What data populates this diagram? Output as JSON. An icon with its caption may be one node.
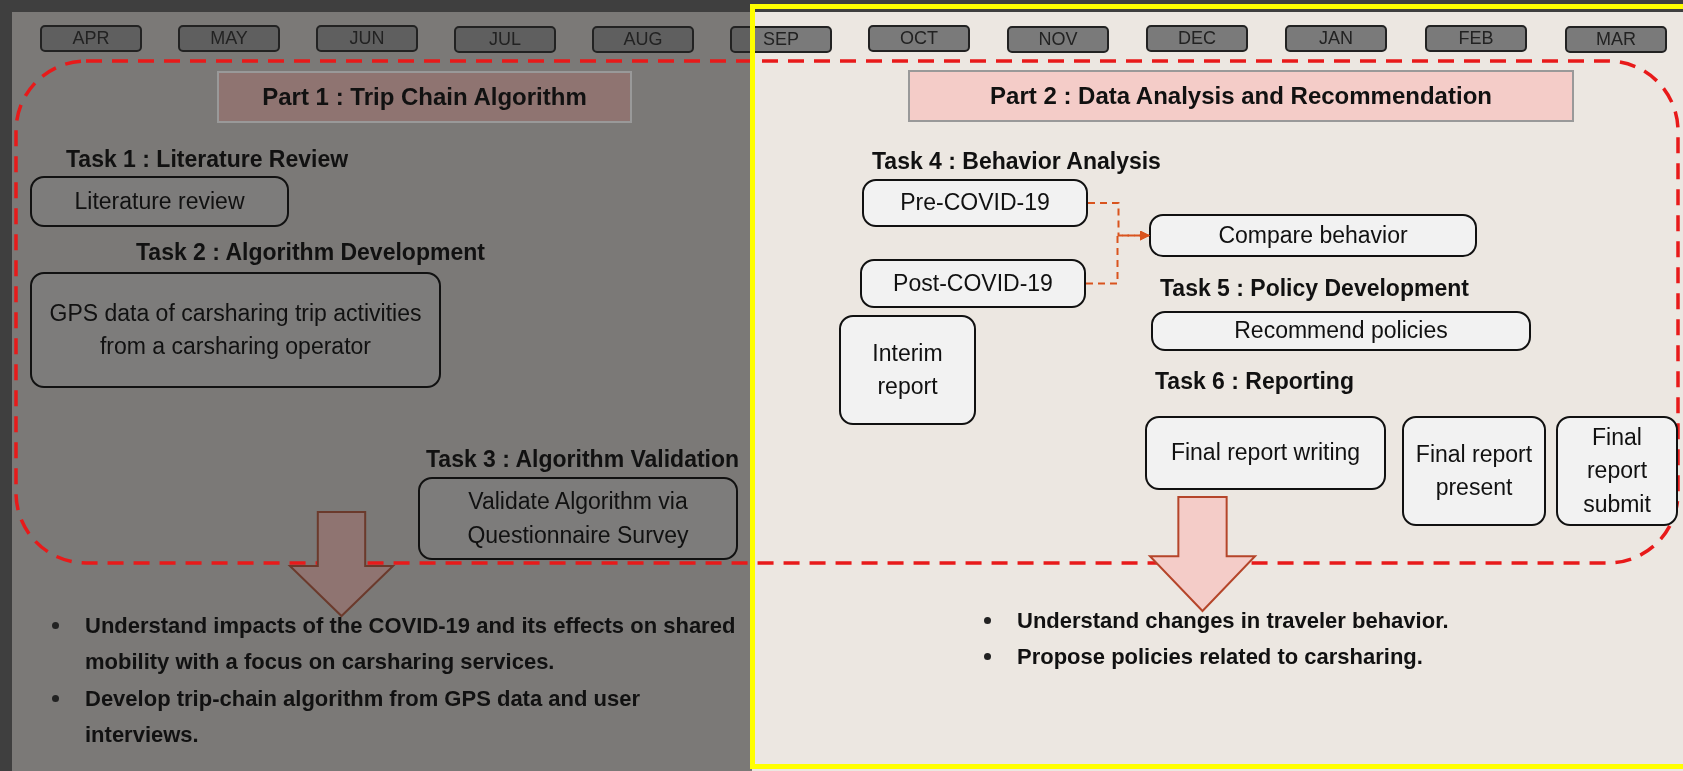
{
  "diagram": {
    "nodes": [
      {
        "text": [
          "APR"
        ]
      },
      {
        "text": [
          "MAY"
        ]
      },
      {
        "text": [
          "JUN"
        ]
      },
      {
        "text": [
          "JUL"
        ]
      },
      {
        "text": [
          "AUG"
        ]
      },
      {
        "text": [
          "SEP"
        ]
      },
      {
        "text": [
          "OCT"
        ]
      },
      {
        "text": [
          "NOV"
        ]
      },
      {
        "text": [
          "DEC"
        ]
      },
      {
        "text": [
          "JAN"
        ]
      },
      {
        "text": [
          "FEB"
        ]
      },
      {
        "text": [
          "MAR"
        ]
      },
      {
        "text": [],
        "shape": "box"
      },
      {
        "text": [
          "Part 1 : Trip Chain Algorithm"
        ],
        "in": 12
      },
      {
        "text": [
          "Task 1 : Literature Review",
          "Literature review"
        ],
        "in": 12
      },
      {
        "text": [
          "Task 2 : Algorithm Development",
          "GPS data of carsharing trip activities from a carsharing operator"
        ],
        "in": 12
      },
      {
        "text": [
          "Task 3 : Algorithm Validation",
          "Validate Algorithm via Questionnaire Survey"
        ],
        "in": 12
      },
      {
        "text": [
          "Part 2 : Data Analysis and Recommendation"
        ],
        "in": 12
      },
      {
        "text": [
          "Task 4 : Behavior Analysis",
          "Pre-COVID-19"
        ],
        "in": 12
      },
      {
        "text": [
          "Compare behavior"
        ],
        "in": 12
      },
      {
        "text": [
          "Post-COVID-19"
        ],
        "in": 12
      },
      {
        "text": [
          "Task 5 : Policy Development",
          "Recommend policies"
        ],
        "in": 12
      },
      {
        "text": [
          "Interim report"
        ],
        "in": 12
      },
      {
        "text": [
          "Task 6 : Reporting",
          "Final report writing"
        ],
        "in": 12
      },
      {
        "text": [
          "Final report present"
        ],
        "in": 12
      },
      {
        "text": [
          "Final report submit"
        ],
        "in": 12
      },
      {
        "text": [
          "Understand impacts of the COVID-19 and its effects on shared mobility with a focus on carsharing services.",
          "Develop trip-chain algorithm from GPS data and user interviews."
        ]
      },
      {
        "text": [
          "Understand changes in traveler behavior.",
          "Propose policies related to carsharing."
        ]
      }
    ],
    "edges": [
      {
        "from": 18,
        "to": 19,
        "arrow": "to",
        "style": "dashed",
        "color": "#d9541e"
      },
      {
        "from": 20,
        "to": 19,
        "arrow": "to",
        "style": "dashed",
        "color": "#d9541e"
      },
      {
        "from": null,
        "to": 26,
        "arrow": "to",
        "style": "thick"
      },
      {
        "from": null,
        "to": 27,
        "arrow": "to",
        "style": "thick"
      }
    ]
  }
}
